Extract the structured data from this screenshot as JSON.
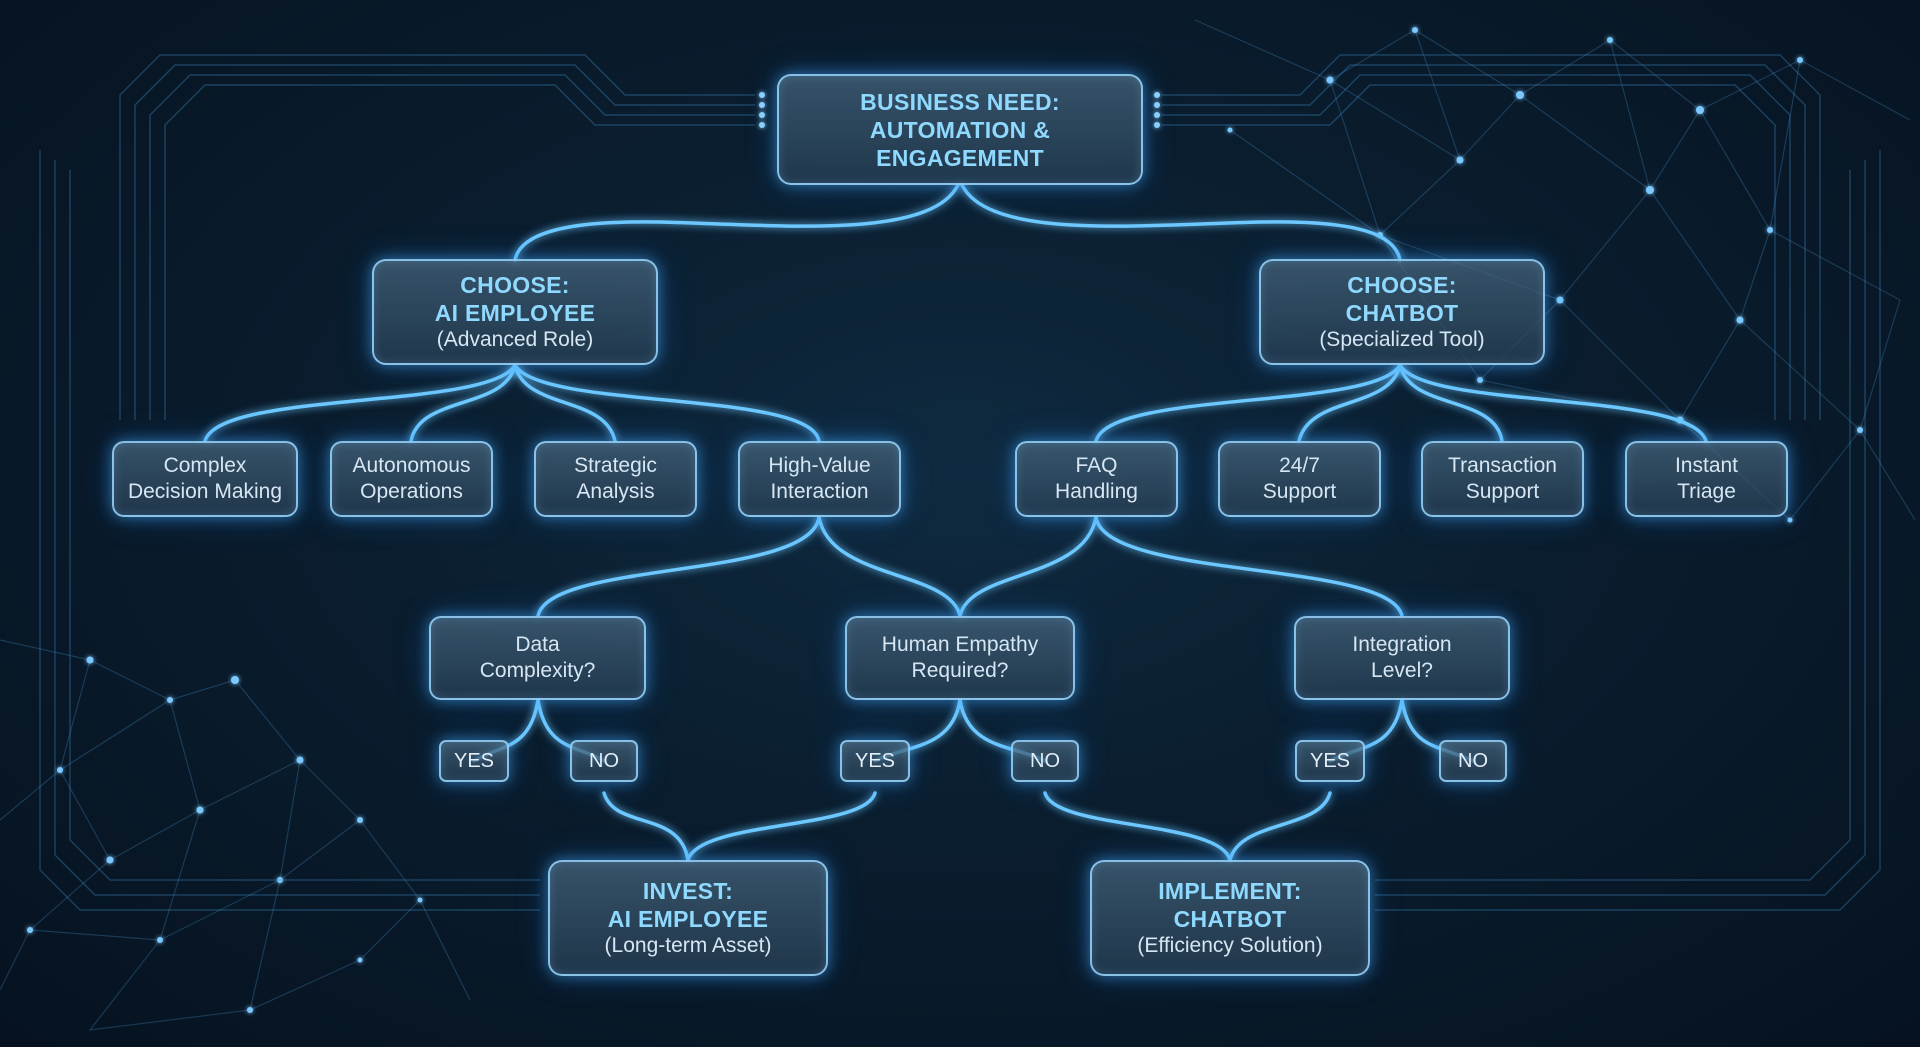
{
  "root": {
    "line1": "BUSINESS NEED:",
    "line2": "AUTOMATION &",
    "line3": "ENGAGEMENT"
  },
  "choose_ai": {
    "line1": "CHOOSE:",
    "line2": "AI EMPLOYEE",
    "line3": "(Advanced Role)"
  },
  "choose_chatbot": {
    "line1": "CHOOSE:",
    "line2": "CHATBOT",
    "line3": "(Specialized Tool)"
  },
  "ai_features": [
    {
      "line1": "Complex",
      "line2": "Decision Making"
    },
    {
      "line1": "Autonomous",
      "line2": "Operations"
    },
    {
      "line1": "Strategic",
      "line2": "Analysis"
    },
    {
      "line1": "High-Value",
      "line2": "Interaction"
    }
  ],
  "chatbot_features": [
    {
      "line1": "FAQ",
      "line2": "Handling"
    },
    {
      "line1": "24/7",
      "line2": "Support"
    },
    {
      "line1": "Transaction",
      "line2": "Support"
    },
    {
      "line1": "Instant",
      "line2": "Triage"
    }
  ],
  "questions": [
    {
      "line1": "Data",
      "line2": "Complexity?"
    },
    {
      "line1": "Human Empathy",
      "line2": "Required?"
    },
    {
      "line1": "Integration",
      "line2": "Level?"
    }
  ],
  "answers": {
    "data_yes": "YES",
    "data_no": "NO",
    "empathy_yes": "YES",
    "empathy_no": "NO",
    "integration_yes": "YES",
    "integration_no": "NO"
  },
  "outcome_ai": {
    "line1": "INVEST:",
    "line2": "AI EMPLOYEE",
    "line3": "(Long-term Asset)"
  },
  "outcome_chatbot": {
    "line1": "IMPLEMENT:",
    "line2": "CHATBOT",
    "line3": "(Efficiency Solution)"
  },
  "colors": {
    "background": "#0a1d2e",
    "connector": "#6cc8ff",
    "title_text": "#8fd9ff",
    "body_text": "#d6e6f3",
    "node_border": "#9bd7ff"
  }
}
